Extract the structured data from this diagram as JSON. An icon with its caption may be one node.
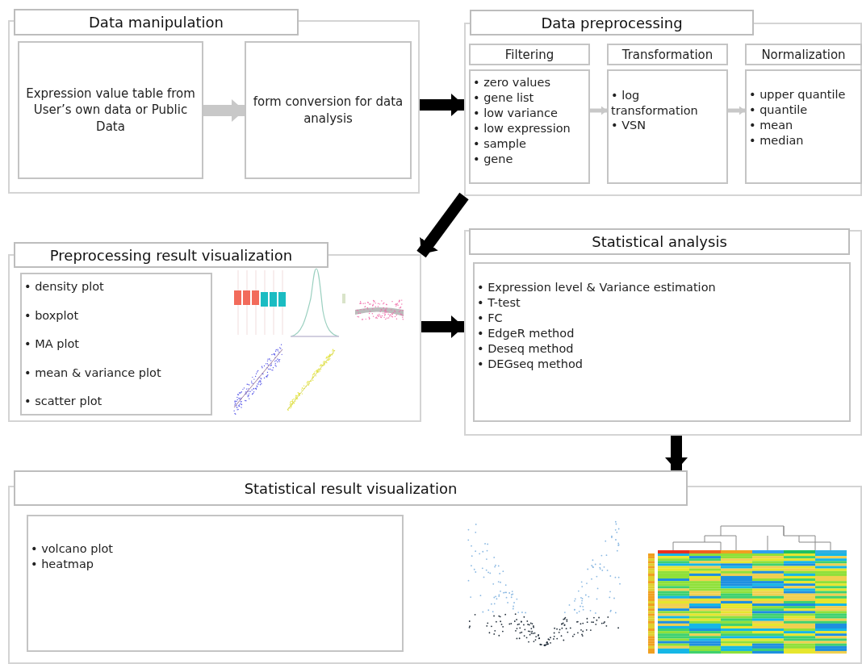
{
  "diagram": {
    "nodes": [
      {
        "text": [
          "Data manipulation"
        ]
      },
      {
        "text": [
          "Expression value table from User’s own data or Public Data"
        ],
        "in": 0
      },
      {
        "text": [
          "form conversion for data analysis"
        ],
        "in": 0
      },
      {
        "text": [
          "Data preprocessing"
        ]
      },
      {
        "text": [
          "Filtering"
        ],
        "in": 3
      },
      {
        "text": [
          "• zero values",
          "• gene list",
          "• low variance",
          "• low expression",
          "• sample",
          "• gene"
        ],
        "in": 3
      },
      {
        "text": [
          "Transformation"
        ],
        "in": 3
      },
      {
        "text": [
          "• log transformation",
          "• VSN"
        ],
        "in": 3
      },
      {
        "text": [
          "Normalization"
        ],
        "in": 3
      },
      {
        "text": [
          "• upper quantile",
          "• quantile",
          "• mean",
          "• median"
        ],
        "in": 3
      },
      {
        "text": [
          "Preprocessing result visualization"
        ]
      },
      {
        "text": [
          "• density plot",
          "• boxplot",
          "• MA plot",
          "• mean & variance plot",
          "• scatter plot"
        ],
        "in": 10
      },
      {
        "text": [
          "Statistical analysis"
        ]
      },
      {
        "text": [
          "• Expression level & Variance estimation",
          "• T-test",
          "• FC",
          "• EdgeR method",
          "• Deseq method",
          "• DEGseq method"
        ],
        "in": 12
      },
      {
        "text": [
          "Statistical result visualization"
        ]
      },
      {
        "text": [
          "• volcano plot",
          "• heatmap"
        ],
        "in": 14
      }
    ],
    "edges": [
      {
        "from": 1,
        "to": 2,
        "arrow": "to",
        "color": "#c8c8c8"
      },
      {
        "from": 0,
        "to": 3,
        "arrow": "to"
      },
      {
        "from": 5,
        "to": 7,
        "arrow": "to",
        "color": "#c8c8c8"
      },
      {
        "from": 7,
        "to": 9,
        "arrow": "to",
        "color": "#c8c8c8"
      },
      {
        "from": 3,
        "to": 10,
        "arrow": "to"
      },
      {
        "from": 10,
        "to": 12,
        "arrow": "to"
      },
      {
        "from": 12,
        "to": 14,
        "arrow": "to"
      }
    ]
  }
}
